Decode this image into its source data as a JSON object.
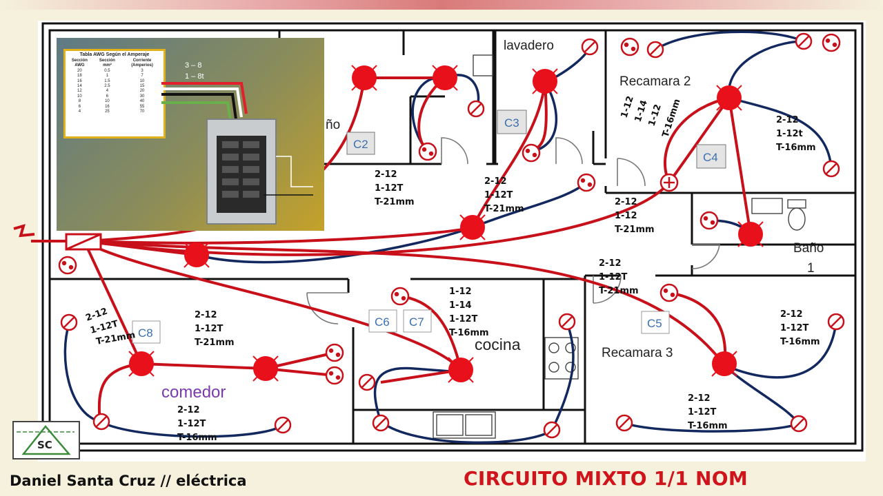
{
  "footer": {
    "author": "Daniel Santa Cruz // eléctrica",
    "title": "CIRCUITO MIXTO 1/1 NOM"
  },
  "logo": {
    "text": "SC"
  },
  "awg_panel": {
    "table_title": "Tabla AWG Según el Amperaje",
    "headers": [
      "Sección AWG",
      "Sección mm²",
      "Corriente (Amperios)"
    ],
    "rows": [
      [
        "20",
        "0.5",
        "3"
      ],
      [
        "18",
        "1",
        "7"
      ],
      [
        "16",
        "1.5",
        "10"
      ],
      [
        "14",
        "2.5",
        "15"
      ],
      [
        "12",
        "4",
        "20"
      ],
      [
        "10",
        "6",
        "30"
      ],
      [
        "8",
        "10",
        "40"
      ],
      [
        "6",
        "16",
        "55"
      ],
      [
        "4",
        "25",
        "70"
      ]
    ],
    "note_1": "3 – 8",
    "note_2": "1 – 8t"
  },
  "rooms": {
    "lavadero": "lavadero",
    "recamara2": "Recamara 2",
    "bano_partial": "ño",
    "bano1_a": "Baño",
    "bano1_b": "1",
    "cocina": "cocina",
    "recamara3": "Recamara 3",
    "comedor": "comedor"
  },
  "circuits": {
    "c2": "C2",
    "c3": "C3",
    "c4": "C4",
    "c5": "C5",
    "c6": "C6",
    "c7": "C7",
    "c8": "C8"
  },
  "specs": {
    "s1": [
      "2-12",
      "1-12T",
      "T-21mm"
    ],
    "s2": [
      "2-12",
      "1-12T",
      "T-21mm"
    ],
    "s3": [
      "2-12",
      "1-12",
      "T-21mm"
    ],
    "s4": [
      "2-12",
      "1-12t",
      "T-16mm"
    ],
    "s5": [
      "1-12",
      "1-14",
      "1-12",
      "T-16mm"
    ],
    "s6": [
      "2-12",
      "1-12T",
      "T-21mm"
    ],
    "s7": [
      "1-12",
      "1-14",
      "1-12T",
      "T-16mm"
    ],
    "s8": [
      "2-12",
      "1-12T",
      "T-21mm"
    ],
    "s9": [
      "2-12",
      "1-12T",
      "T-21mm"
    ],
    "s10": [
      "2-12",
      "1-12T",
      "T-16mm"
    ],
    "s11": [
      "2-12",
      "1-12T",
      "T-16mm"
    ],
    "s12": [
      "2-12",
      "1-12T",
      "T-16mm"
    ]
  },
  "colors": {
    "red_circuit": "#c8101a",
    "blue_circuit": "#12285e",
    "wall": "#111111",
    "footer_title": "#d0141c",
    "circuit_label": "#3a6fb0"
  }
}
